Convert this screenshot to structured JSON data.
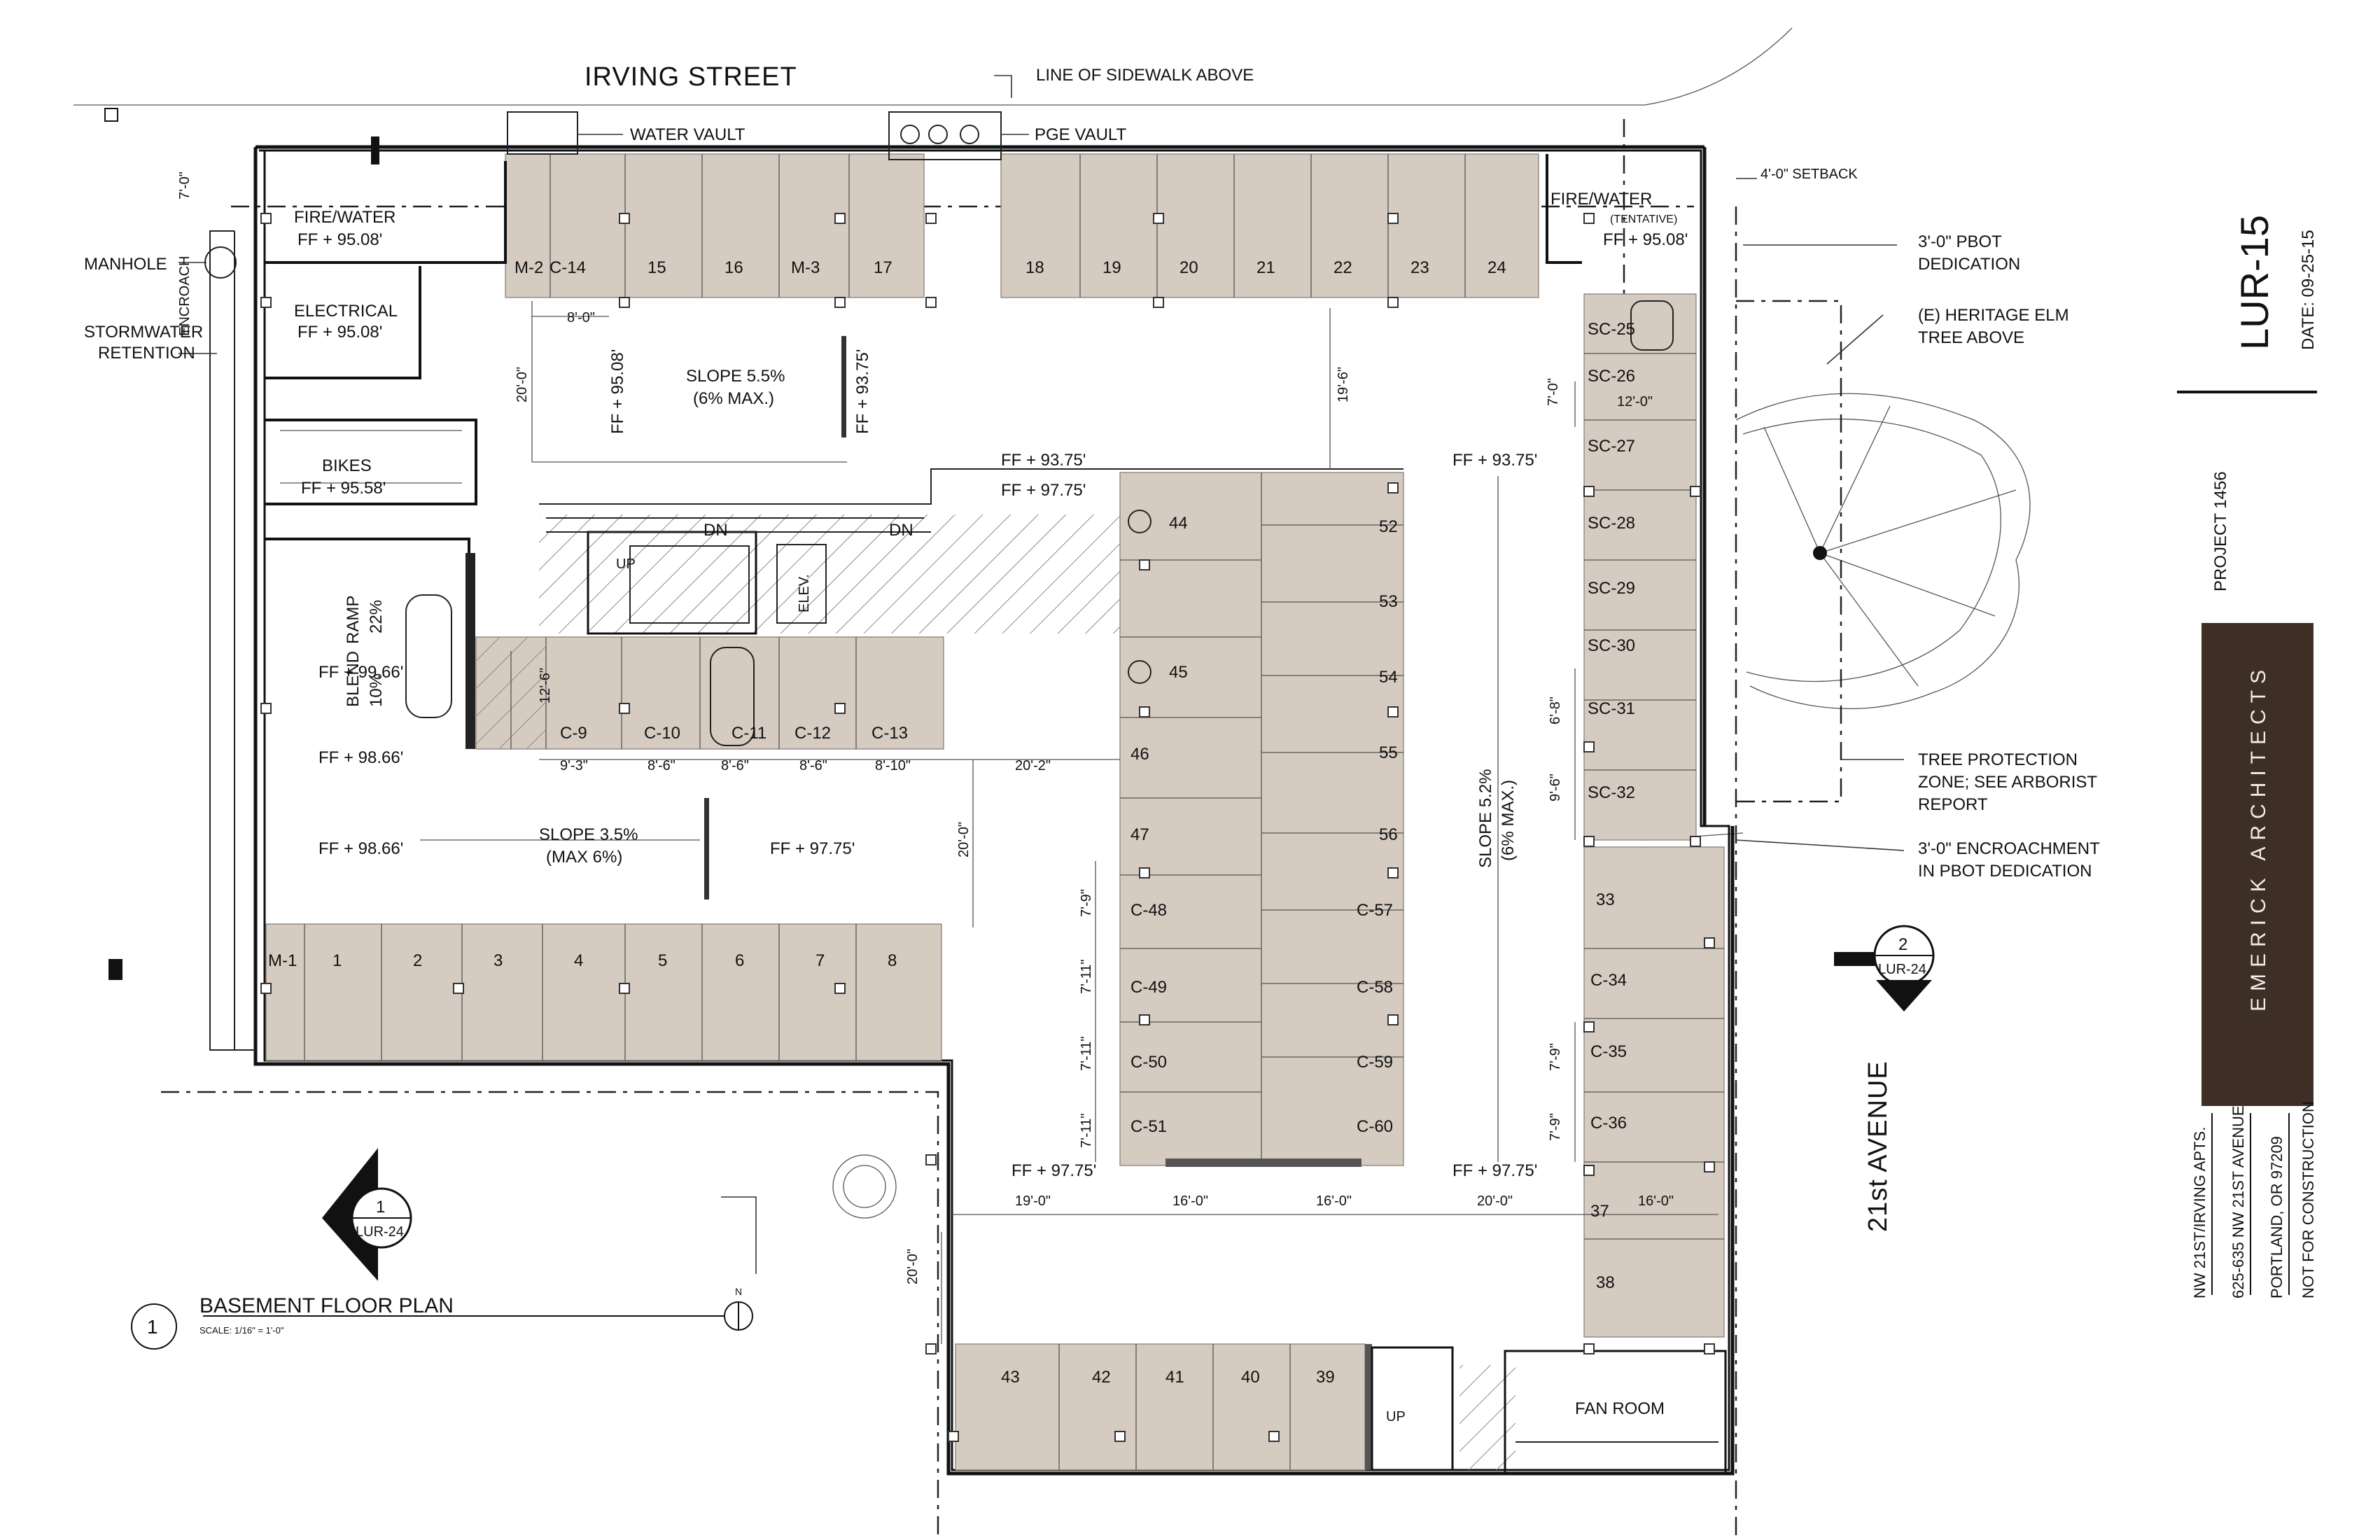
{
  "streets": {
    "irving": "IRVING STREET",
    "avenue": "21st AVENUE"
  },
  "callouts_top": {
    "sidewalk": "LINE OF SIDEWALK ABOVE",
    "water_vault": "WATER VAULT",
    "pge_vault": "PGE VAULT",
    "setback": "4'-0\" SETBACK"
  },
  "callouts_left": {
    "manhole": "MANHOLE",
    "stormwater": "STORMWATER",
    "retention": "RETENTION",
    "encroach_dim": "7'-0\"",
    "encroach": "ENCROACH"
  },
  "callouts_right": {
    "pbot1": "3'-0\" PBOT",
    "pbot2": "DEDICATION",
    "elm1": "(E) HERITAGE ELM",
    "elm2": "TREE ABOVE",
    "tpz1": "TREE PROTECTION",
    "tpz2": "ZONE; SEE ARBORIST",
    "tpz3": "REPORT",
    "enc1": "3'-0\" ENCROACHMENT",
    "enc2": "IN PBOT DEDICATION"
  },
  "rooms": {
    "fire_water_left": "FIRE/WATER",
    "fire_water_left_ff": "FF + 95.08'",
    "electrical": "ELECTRICAL",
    "electrical_ff": "FF + 95.08'",
    "bikes": "BIKES",
    "bikes_ff": "FF + 95.58'",
    "fire_water_right": "FIRE/WATER",
    "tentative": "(TENTATIVE)",
    "fire_water_right_ff": "FF + 95.08'",
    "elev": "ELEV.",
    "up1": "UP",
    "up2": "UP",
    "fan_room": "FAN ROOM"
  },
  "annotations": {
    "slope_top": "SLOPE 5.5%",
    "slope_top_max": "(6% MAX.)",
    "ff_9508_vert": "FF + 95.08'",
    "ff_9375_vert": "FF + 93.75'",
    "ff_9375_a": "FF + 93.75'",
    "ff_9775_a": "FF + 97.75'",
    "ff_9375_b": "FF + 93.75'",
    "dn1": "DN",
    "dn2": "DN",
    "ramp": "RAMP",
    "ramp_pct": "22%",
    "blend": "BLEND",
    "blend_pct": "10%",
    "ff_9966": "FF + 99.66'",
    "ff_9866_a": "FF + 98.66'",
    "ff_9866_b": "FF + 98.66'",
    "slope_mid": "SLOPE 3.5%",
    "slope_mid_max": "(MAX 6%)",
    "ff_9775_b": "FF + 97.75'",
    "slope_right": "SLOPE 5.2%",
    "slope_right_max": "(6% MAX.)",
    "ff_9775_c": "FF + 97.75'",
    "ff_9775_d": "FF + 97.75'"
  },
  "dims": {
    "d8_0": "8'-0\"",
    "d20_0a": "20'-0\"",
    "d19_6": "19'-6\"",
    "d7_0": "7'-0\"",
    "d12_0": "12'-0\"",
    "d12_6": "12'-6\"",
    "d9_3": "9'-3\"",
    "d8_6a": "8'-6\"",
    "d8_6b": "8'-6\"",
    "d8_6c": "8'-6\"",
    "d8_10": "8'-10\"",
    "d20_2": "20'-2\"",
    "d20_0b": "20'-0\"",
    "d6_8": "6'-8\"",
    "d9_6": "9'-6\"",
    "d7_9a": "7'-9\"",
    "d7_11a": "7'-11\"",
    "d7_11b": "7'-11\"",
    "d7_11c": "7'-11\"",
    "d7_9b": "7'-9\"",
    "d7_9c": "7'-9\"",
    "d19_0": "19'-0\"",
    "d16_0a": "16'-0\"",
    "d16_0b": "16'-0\"",
    "d20_0c": "20'-0\"",
    "d16_0c": "16'-0\"",
    "d20_0d": "20'-0\""
  },
  "stalls": {
    "top_left": [
      "M-2",
      "C-14",
      "15",
      "16",
      "M-3",
      "17"
    ],
    "top_right": [
      "18",
      "19",
      "20",
      "21",
      "22",
      "23",
      "24"
    ],
    "sc_top": [
      "SC-25",
      "SC-26",
      "SC-27",
      "SC-28",
      "SC-29",
      "SC-30",
      "SC-31",
      "SC-32"
    ],
    "c_row": [
      "C-9",
      "C-10",
      "C-11",
      "C-12",
      "C-13"
    ],
    "bottom_left": [
      "M-1",
      "1",
      "2",
      "3",
      "4",
      "5",
      "6",
      "7",
      "8"
    ],
    "island_left": [
      "44",
      "45",
      "46",
      "47",
      "C-48",
      "C-49",
      "C-50",
      "C-51"
    ],
    "island_right": [
      "52",
      "53",
      "54",
      "55",
      "56",
      "C-57",
      "C-58",
      "C-59",
      "C-60"
    ],
    "right_lower": [
      "33",
      "C-34",
      "C-35",
      "C-36",
      "37",
      "38"
    ],
    "bottom": [
      "43",
      "42",
      "41",
      "40",
      "39"
    ]
  },
  "section_markers": {
    "marker1_num": "1",
    "marker1_ref": "LUR-24",
    "marker2_num": "2",
    "marker2_ref": "LUR-24"
  },
  "title_block": {
    "plan_num": "1",
    "plan_title": "BASEMENT FLOOR PLAN",
    "scale": "SCALE: 1/16\" = 1'-0\"",
    "north": "N",
    "sheet": "LUR-15",
    "date": "DATE: 09-25-15",
    "project": "PROJECT 1456",
    "firm": "EMERICK ARCHITECTS",
    "firm_bg": "#3d2e26",
    "addr1": "NW 21ST/IRVING APTS.",
    "addr2": "625-635 NW 21ST AVENUE",
    "addr3": "PORTLAND, OR 97209",
    "addr4": "NOT FOR CONSTRUCTION"
  },
  "colors": {
    "stall_fill": "#d6cbc1",
    "line": "#111111"
  }
}
